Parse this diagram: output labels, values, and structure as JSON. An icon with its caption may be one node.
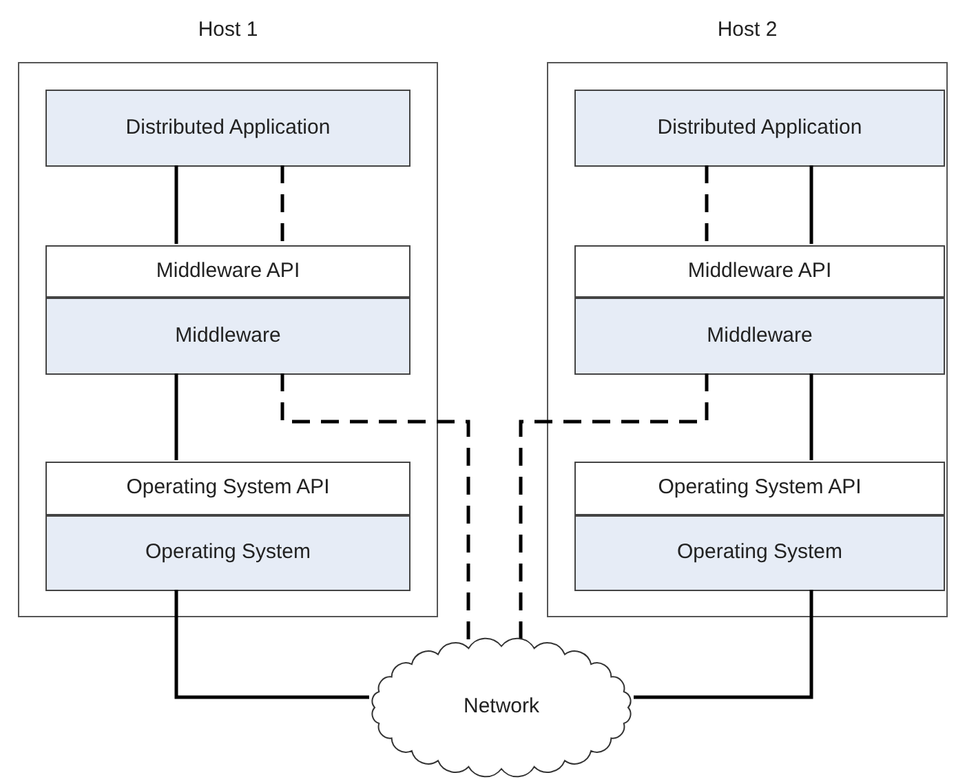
{
  "diagram": {
    "nodes": [
      {
        "text": [
          "Host 1"
        ]
      },
      {
        "text": [
          "Distributed Application"
        ],
        "in": 0
      },
      {
        "text": [
          "Middleware API"
        ],
        "in": 0
      },
      {
        "text": [
          "Middleware"
        ],
        "in": 0
      },
      {
        "text": [
          "Operating System API"
        ],
        "in": 0
      },
      {
        "text": [
          "Operating System"
        ],
        "in": 0
      },
      {
        "text": [
          "Host 2"
        ]
      },
      {
        "text": [
          "Distributed Application"
        ],
        "in": 6
      },
      {
        "text": [
          "Middleware API"
        ],
        "in": 6
      },
      {
        "text": [
          "Middleware"
        ],
        "in": 6
      },
      {
        "text": [
          "Operating System API"
        ],
        "in": 6
      },
      {
        "text": [
          "Operating System"
        ],
        "in": 6
      },
      {
        "text": [
          "Network"
        ]
      }
    ],
    "edges": [
      {
        "from": 1,
        "to": 2,
        "arrow": "none"
      },
      {
        "from": 1,
        "to": 2,
        "arrow": "none",
        "style": "dashed"
      },
      {
        "from": 3,
        "to": 4,
        "arrow": "none"
      },
      {
        "from": 3,
        "to": 12,
        "arrow": "none",
        "style": "dashed"
      },
      {
        "from": 5,
        "to": 12,
        "arrow": "none"
      },
      {
        "from": 7,
        "to": 8,
        "arrow": "none",
        "style": "dashed"
      },
      {
        "from": 7,
        "to": 8,
        "arrow": "none"
      },
      {
        "from": 9,
        "to": 10,
        "arrow": "none"
      },
      {
        "from": 9,
        "to": 12,
        "arrow": "none",
        "style": "dashed"
      },
      {
        "from": 11,
        "to": 12,
        "arrow": "none"
      }
    ]
  }
}
